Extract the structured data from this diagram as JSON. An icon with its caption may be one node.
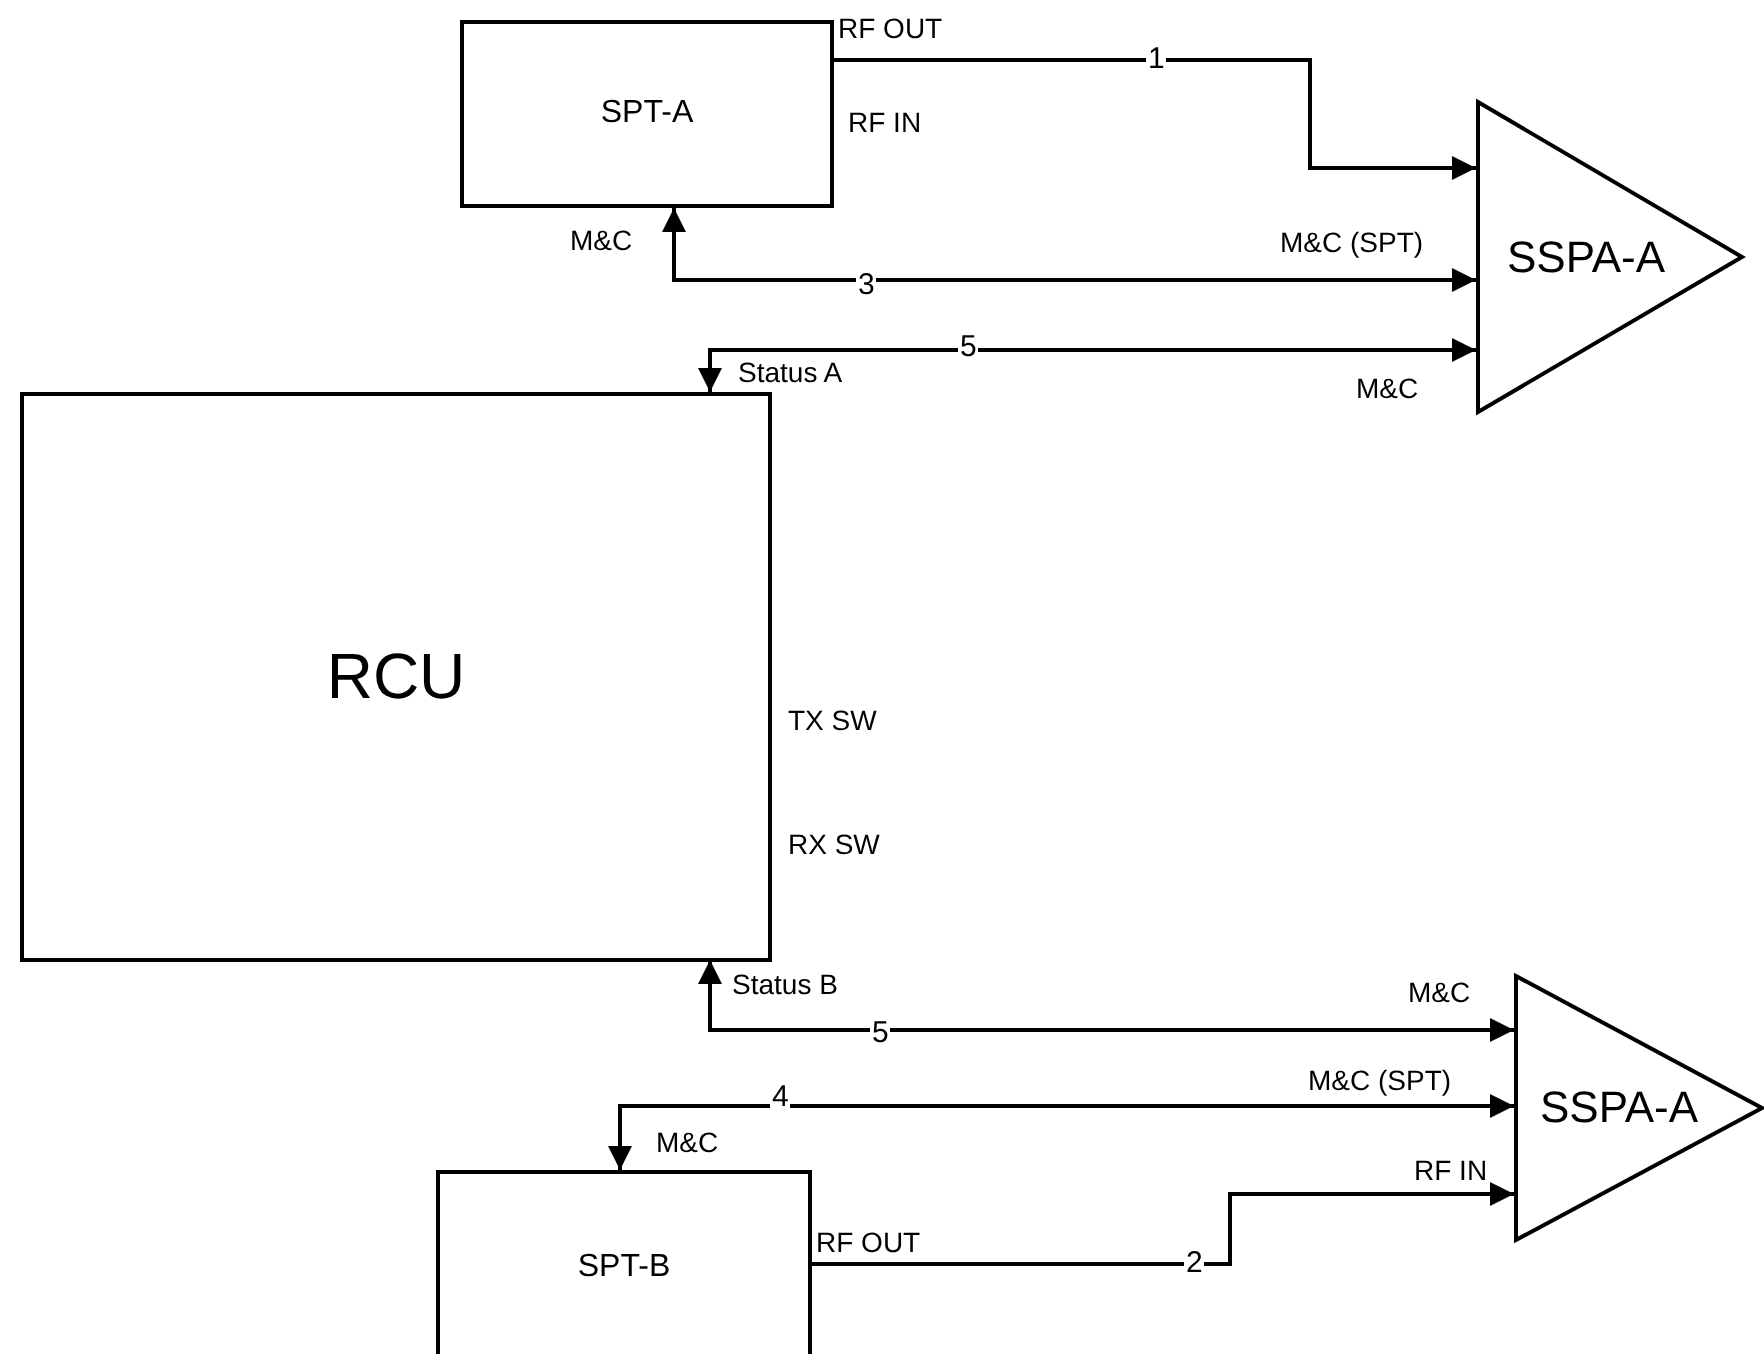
{
  "diagram": {
    "nodes": [
      {
        "text": [
          "SPT-A"
        ]
      },
      {
        "text": [
          "SSPA-A"
        ]
      },
      {
        "text": [
          "RCU"
        ]
      },
      {
        "text": [
          "SSPA-A"
        ]
      },
      {
        "text": [
          "SPT-B"
        ]
      }
    ],
    "edges": [
      {
        "from": 0,
        "to": 1,
        "arrow": "to",
        "label": "1"
      },
      {
        "from": 0,
        "to": 1,
        "arrow": "both",
        "label": "3"
      },
      {
        "from": 1,
        "to": 2,
        "arrow": "both",
        "label": "5"
      },
      {
        "from": 2,
        "to": 3,
        "arrow": "both",
        "label": "5"
      },
      {
        "from": 4,
        "to": 3,
        "arrow": "both",
        "label": "4"
      },
      {
        "from": 4,
        "to": 3,
        "arrow": "to",
        "label": "2"
      }
    ],
    "labels": [
      "RF OUT",
      "RF IN",
      "M&C",
      "M&C (SPT)",
      "M&C",
      "Status A",
      "TX SW",
      "RX SW",
      "Status B",
      "M&C",
      "M&C (SPT)",
      "M&C",
      "RF IN",
      "RF OUT"
    ]
  }
}
